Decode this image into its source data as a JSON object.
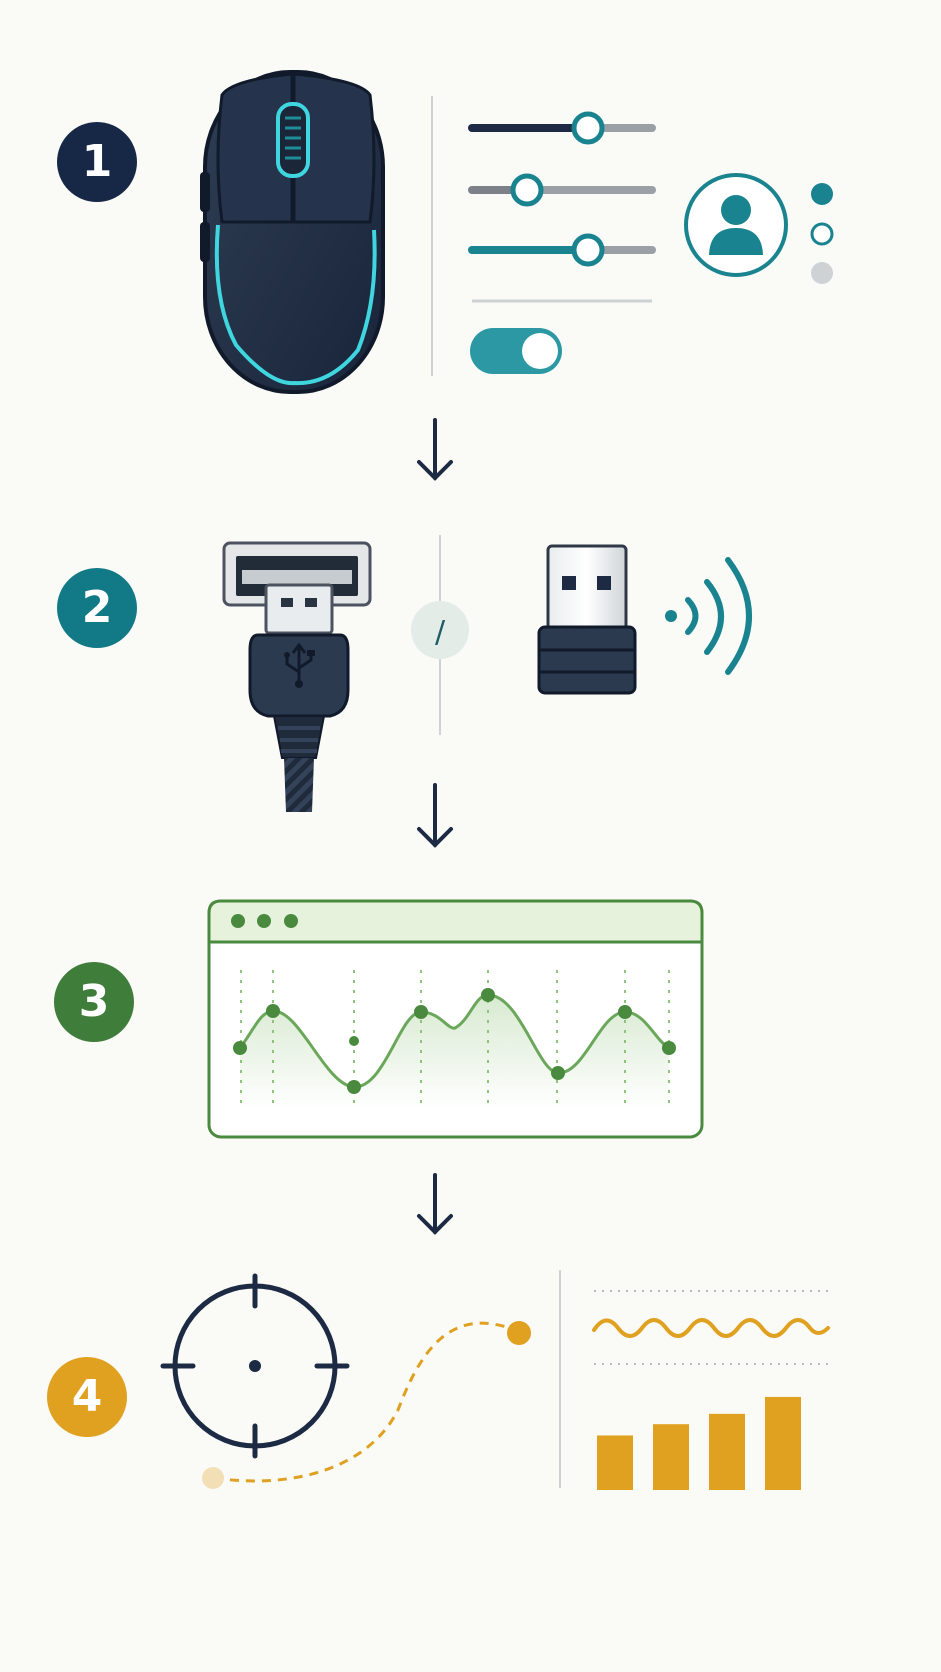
{
  "colors": {
    "background": "#fafaf7",
    "navy": "#1d2a44",
    "teal": "#19838f",
    "cyan_glow": "#3fd6e0",
    "green": "#4a8a3e",
    "green_light": "#e7f2dc",
    "gold": "#e0a020",
    "gray": "#9aa0a6",
    "divider": "#cfd2d4"
  },
  "steps": [
    {
      "number": "1",
      "color": "#172846",
      "icons": [
        "mouse-icon",
        "settings-sliders-icon",
        "toggle-switch-icon",
        "user-profile-icon",
        "profile-selector-dots-icon"
      ]
    },
    {
      "number": "2",
      "color": "#127a87",
      "icons": [
        "usb-cable-icon",
        "usb-port-icon",
        "wireless-dongle-icon",
        "wireless-signal-icon"
      ],
      "separator": "/"
    },
    {
      "number": "3",
      "color": "#3f7d3a",
      "icons": [
        "app-window-icon",
        "sensor-waveform-icon"
      ]
    },
    {
      "number": "4",
      "color": "#e0a020",
      "icons": [
        "crosshair-icon",
        "tracking-path-icon",
        "wave-signal-icon",
        "bar-chart-icon"
      ]
    }
  ],
  "settings": {
    "sliders": [
      0.65,
      0.3,
      0.65
    ],
    "toggle_on": true,
    "profile_dots": [
      "active",
      "outline",
      "inactive"
    ]
  },
  "bar_levels": [
    0.58,
    0.7,
    0.81,
    0.99
  ]
}
